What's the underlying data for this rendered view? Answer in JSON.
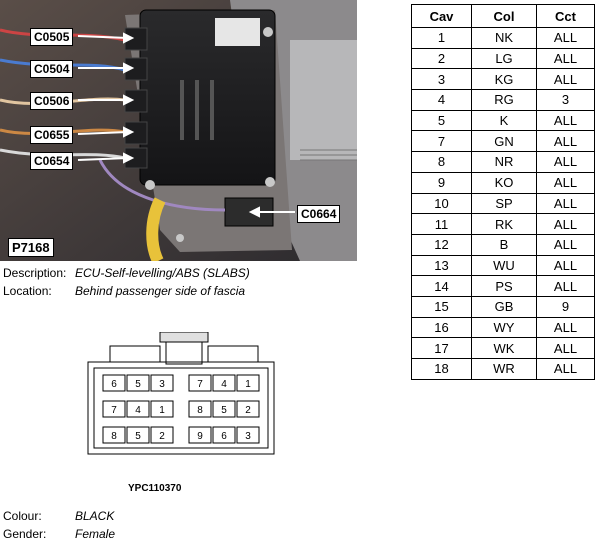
{
  "photo": {
    "id_label": "P7168",
    "callouts": [
      "C0505",
      "C0504",
      "C0506",
      "C0655",
      "C0654",
      "C0664"
    ]
  },
  "description": {
    "desc_key": "Description:",
    "desc_val": "ECU-Self-levelling/ABS (SLABS)",
    "loc_key": "Location:",
    "loc_val": "Behind passenger side of fascia"
  },
  "table": {
    "headers": [
      "Cav",
      "Col",
      "Cct"
    ],
    "rows": [
      [
        "1",
        "NK",
        "ALL"
      ],
      [
        "2",
        "LG",
        "ALL"
      ],
      [
        "3",
        "KG",
        "ALL"
      ],
      [
        "4",
        "RG",
        "3"
      ],
      [
        "5",
        "K",
        "ALL"
      ],
      [
        "7",
        "GN",
        "ALL"
      ],
      [
        "8",
        "NR",
        "ALL"
      ],
      [
        "9",
        "KO",
        "ALL"
      ],
      [
        "10",
        "SP",
        "ALL"
      ],
      [
        "11",
        "RK",
        "ALL"
      ],
      [
        "12",
        "B",
        "ALL"
      ],
      [
        "13",
        "WU",
        "ALL"
      ],
      [
        "14",
        "PS",
        "ALL"
      ],
      [
        "15",
        "GB",
        "9"
      ],
      [
        "16",
        "WY",
        "ALL"
      ],
      [
        "17",
        "WK",
        "ALL"
      ],
      [
        "18",
        "WR",
        "ALL"
      ]
    ]
  },
  "connector": {
    "part_number": "YPC110370",
    "row1": [
      "6",
      "5",
      "3",
      "7",
      "4",
      "1"
    ],
    "row2": [
      "7",
      "4",
      "1",
      "8",
      "5",
      "2"
    ],
    "row3": [
      "8",
      "5",
      "2",
      "9",
      "6",
      "3"
    ]
  },
  "footer": {
    "colour_key": "Colour:",
    "colour_val": "BLACK",
    "gender_key": "Gender:",
    "gender_val": "Female"
  }
}
